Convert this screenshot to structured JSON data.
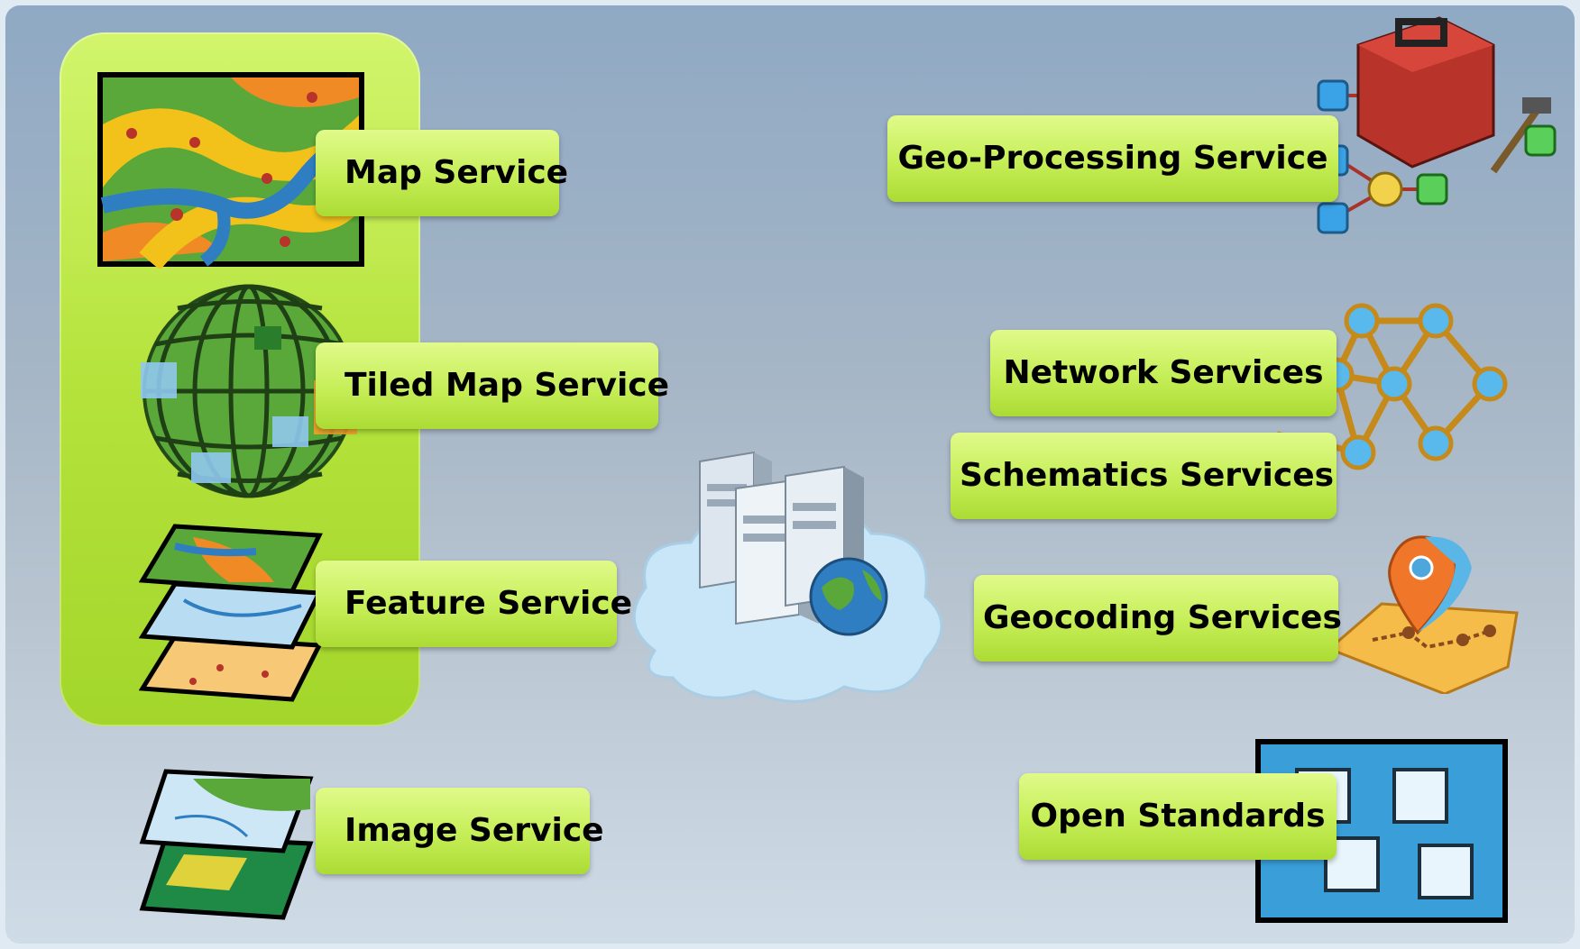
{
  "services": {
    "map": "Map Service",
    "tiled_map": "Tiled Map Service",
    "feature": "Feature Service",
    "image": "Image Service",
    "geoprocessing": "Geo-Processing Service",
    "network": "Network Services",
    "schematics": "Schematics Services",
    "geocoding": "Geocoding Services",
    "open_standards": "Open Standards"
  },
  "colors": {
    "label_fill": "#c5ee56",
    "panel_fill": "#b5e33c",
    "background": "#a6b6c6"
  },
  "icons": [
    "map-icon",
    "globe-icon",
    "layers-icon",
    "image-layers-icon",
    "server-cloud-icon",
    "toolbox-icon",
    "network-icon",
    "geocoding-pin-icon",
    "open-standards-icon"
  ]
}
